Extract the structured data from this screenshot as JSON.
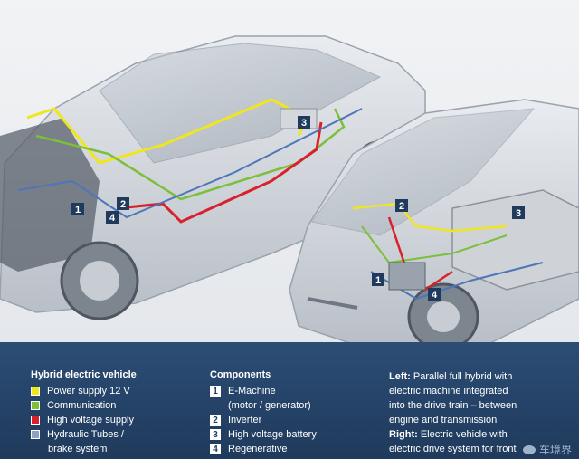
{
  "markers": {
    "m1": "1",
    "m2": "2",
    "m3": "3",
    "m4": "4"
  },
  "legend": {
    "title": "Hybrid electric vehicle",
    "items": [
      {
        "color": "#f0e61e",
        "label": "Power supply 12 V"
      },
      {
        "color": "#7bbf3a",
        "label": "Communication"
      },
      {
        "color": "#d8212a",
        "label": "High voltage supply"
      },
      {
        "color": "#8fa2bf",
        "label": "Hydraulic Tubes /",
        "label2": "brake system"
      }
    ]
  },
  "components": {
    "title": "Components",
    "items": [
      {
        "num": "1",
        "label": "E-Machine",
        "label2": "(motor / generator)"
      },
      {
        "num": "2",
        "label": "Inverter"
      },
      {
        "num": "3",
        "label": "High voltage battery"
      },
      {
        "num": "4",
        "label": "Regenerative"
      }
    ]
  },
  "description": {
    "left_label": "Left:",
    "left_lines": [
      " Parallel full hybrid with",
      "electric machine integrated",
      "into the drive train – between",
      "engine and transmission"
    ],
    "right_label": "Right:",
    "right_lines": [
      " Electric vehicle with",
      "electric drive system for front"
    ]
  },
  "watermark": "车境界"
}
